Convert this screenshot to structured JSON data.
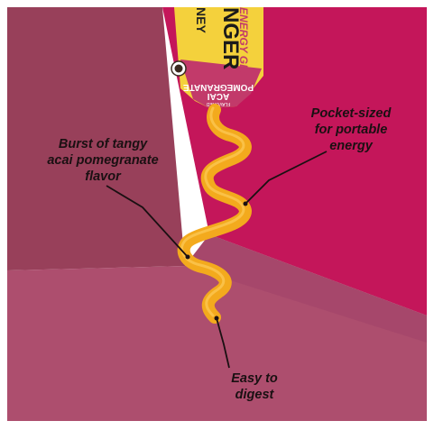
{
  "product": {
    "brand_partial": "NEY",
    "brand_name_partial": "NGER",
    "product_type": "ENERGY GEL",
    "flavor_line1": "ACAI",
    "flavor_line2": "POMEGRANATE",
    "flavor_note": "FLAVORED"
  },
  "callouts": {
    "flavor": [
      "Burst of tangy",
      "acai pomegranate",
      "flavor"
    ],
    "portable": [
      "Pocket-sized",
      "for portable",
      "energy"
    ],
    "digest": [
      "Easy to",
      "digest"
    ]
  },
  "colors": {
    "background_dark": "#98405a",
    "background_magenta": "#c4165a",
    "background_light": "#ad4e6e",
    "background_muted": "#a3456a",
    "gel": "#f3aa1d",
    "wrapper_yellow": "#f4d13c",
    "wrapper_pink": "#c23a6a",
    "text": "#1a1012"
  }
}
